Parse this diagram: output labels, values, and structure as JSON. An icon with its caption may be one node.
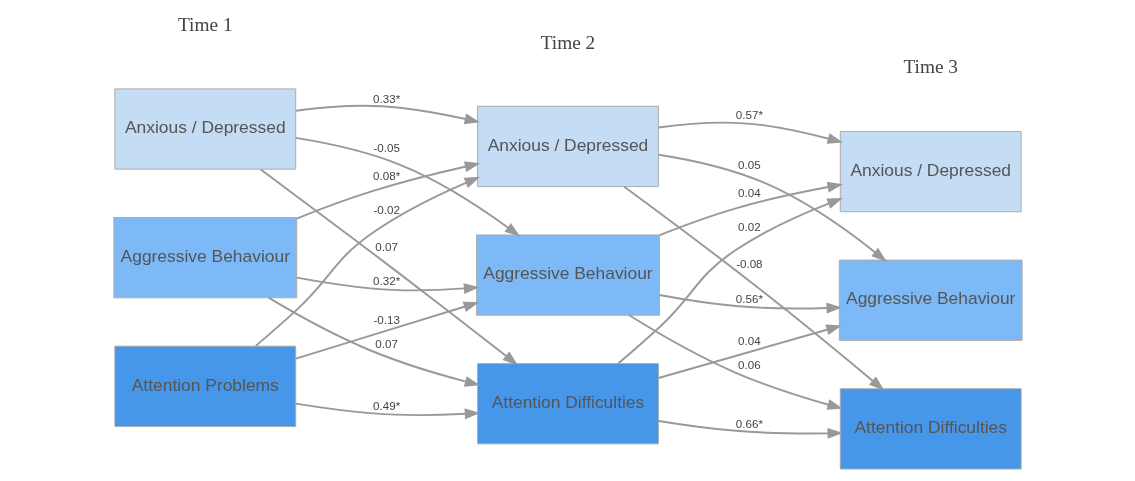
{
  "diagram": {
    "nodes": [
      {
        "text": [
          "Anxious / Depressed"
        ]
      },
      {
        "text": [
          "Aggressive Behaviour"
        ]
      },
      {
        "text": [
          "Attention Problems"
        ]
      },
      {
        "text": [
          "Anxious / Depressed"
        ]
      },
      {
        "text": [
          "Aggressive Behaviour"
        ]
      },
      {
        "text": [
          "Attention Difficulties"
        ]
      },
      {
        "text": [
          "Anxious / Depressed"
        ]
      },
      {
        "text": [
          "Aggressive Behaviour"
        ]
      },
      {
        "text": [
          "Attention Difficulties"
        ]
      }
    ],
    "edges": [
      {
        "from": 0,
        "to": 3,
        "arrow": "to",
        "label": "0.33*"
      },
      {
        "from": 0,
        "to": 4,
        "arrow": "to",
        "label": "-0.05"
      },
      {
        "from": 0,
        "to": 5,
        "arrow": "to",
        "label": "0.07"
      },
      {
        "from": 1,
        "to": 3,
        "arrow": "to",
        "label": "0.08*"
      },
      {
        "from": 1,
        "to": 4,
        "arrow": "to",
        "label": "0.32*"
      },
      {
        "from": 1,
        "to": 5,
        "arrow": "to",
        "label": "0.07"
      },
      {
        "from": 2,
        "to": 3,
        "arrow": "to",
        "label": "-0.02"
      },
      {
        "from": 2,
        "to": 4,
        "arrow": "to",
        "label": "-0.13"
      },
      {
        "from": 2,
        "to": 5,
        "arrow": "to",
        "label": "0.49*"
      },
      {
        "from": 3,
        "to": 6,
        "arrow": "to",
        "label": "0.57*"
      },
      {
        "from": 3,
        "to": 7,
        "arrow": "to",
        "label": "0.05"
      },
      {
        "from": 3,
        "to": 8,
        "arrow": "to",
        "label": "-0.08"
      },
      {
        "from": 4,
        "to": 6,
        "arrow": "to",
        "label": "0.04"
      },
      {
        "from": 4,
        "to": 7,
        "arrow": "to",
        "label": "0.56*"
      },
      {
        "from": 4,
        "to": 8,
        "arrow": "to",
        "label": "0.06"
      },
      {
        "from": 5,
        "to": 6,
        "arrow": "to",
        "label": "0.02"
      },
      {
        "from": 5,
        "to": 7,
        "arrow": "to",
        "label": "0.04"
      },
      {
        "from": 5,
        "to": 8,
        "arrow": "to",
        "label": "0.66*"
      }
    ],
    "labels": [
      "Time 1",
      "Time 2",
      "Time 3"
    ]
  }
}
